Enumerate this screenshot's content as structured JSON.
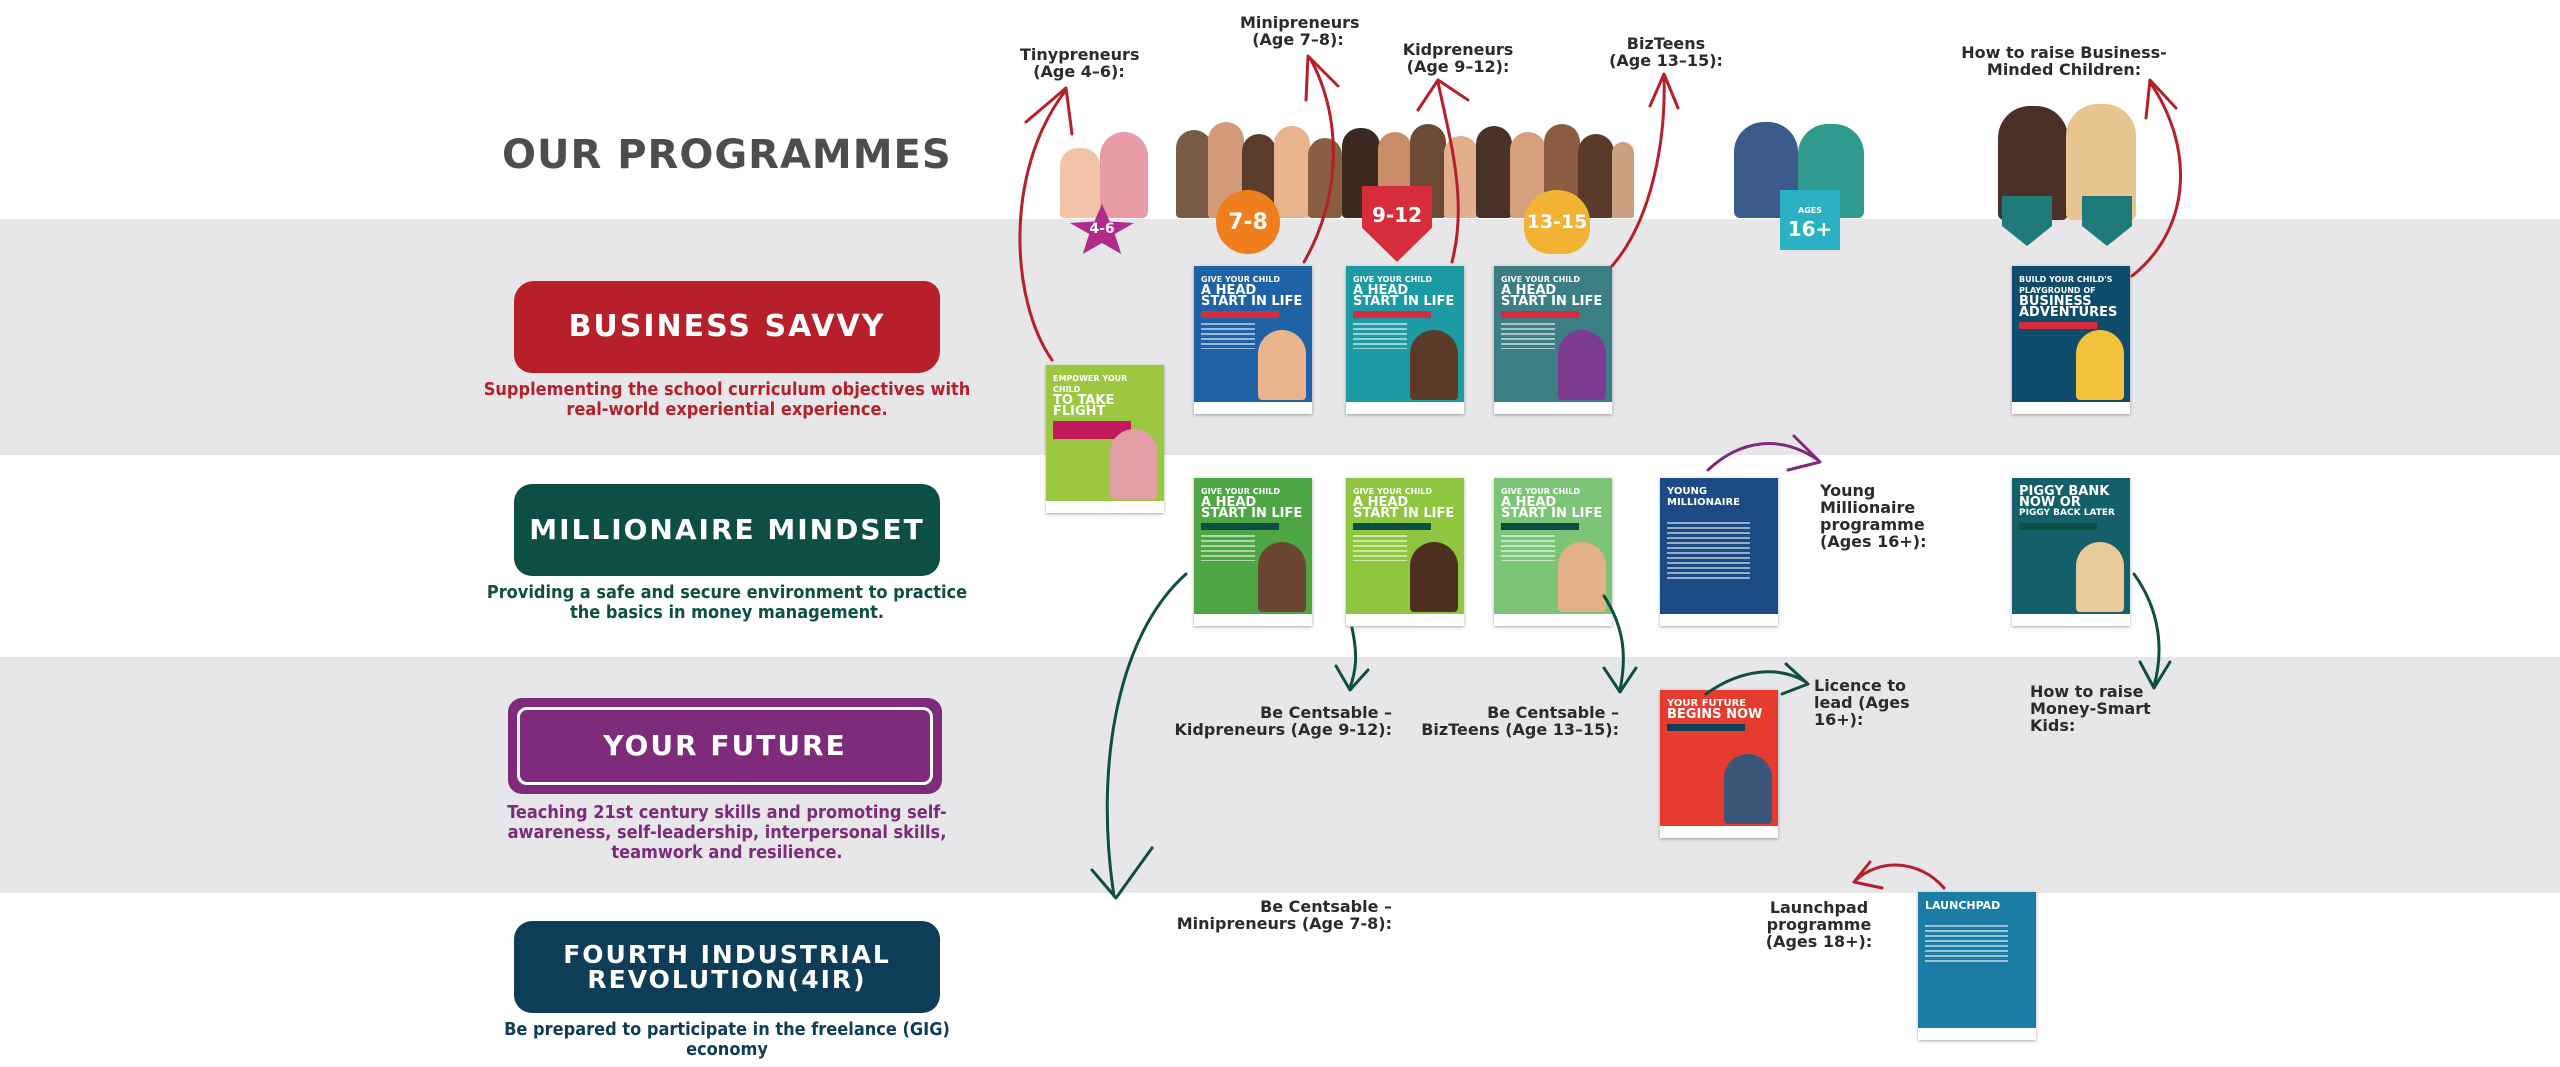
{
  "title": "OUR PROGRAMMES",
  "colors": {
    "band": "#e7e7e9",
    "business": "#b71f2b",
    "millionaire": "#0d4f44",
    "future": "#7d2b7a",
    "fourth": "#0e3d57",
    "arrow_red": "#b71f2b",
    "arrow_green": "#0d4f44",
    "arrow_purple": "#7d2b7a"
  },
  "programmes": [
    {
      "name": "BUSINESS SAVVY",
      "description": "Supplementing the school curriculum objectives with real-world experiential experience."
    },
    {
      "name": "MILLIONAIRE MINDSET",
      "description": "Providing a safe and secure environment to practice the basics in money management."
    },
    {
      "name": "YOUR FUTURE",
      "description": "Teaching 21st century skills and promoting self-awareness, self-leadership, interpersonal skills, teamwork and resilience."
    },
    {
      "name": "FOURTH INDUSTRIAL REVOLUTION(4IR)",
      "description": "Be prepared to participate in the freelance (GIG) economy"
    }
  ],
  "age_labels": {
    "tiny": "Tinypreneurs (Age 4–6):",
    "mini": "Minipreneurs (Age 7–8):",
    "kid": "Kidpreneurs (Age 9–12):",
    "biz": "BizTeens (Age 13–15):",
    "parents": "How to raise Business-Minded Children:"
  },
  "badges": {
    "tiny": "4-6",
    "mini": "7-8",
    "kid": "9-12",
    "teen": "13-15",
    "older": "16+",
    "ages_small": "AGES"
  },
  "labels": {
    "young_millionaire": "Young Millionaire programme (Ages 16+):",
    "centsable_kid": "Be Centsable – Kidpreneurs (Age 9-12):",
    "centsable_biz": "Be Centsable – BizTeens (Age 13–15):",
    "licence": "Licence to lead (Ages 16+):",
    "money_smart": "How to raise Money-Smart Kids:",
    "centsable_mini": "Be Centsable – Minipreneurs (Age 7-8):",
    "launchpad": "Launchpad programme (Ages 18+):"
  },
  "posters": {
    "head_start_1": "GIVE YOUR CHILD",
    "head_start_2": "A HEAD START IN LIFE",
    "tiny_1": "EMPOWER YOUR CHILD",
    "tiny_2": "TO TAKE FLIGHT",
    "parent_biz_1": "BUILD YOUR CHILD'S PLAYGROUND OF",
    "parent_biz_2": "BUSINESS ADVENTURES",
    "young_millionaire": "YOUNG MILLIONAIRE",
    "piggy_1": "PIGGY BANK NOW OR",
    "piggy_2": "PIGGY BACK LATER",
    "future_1": "YOUR FUTURE",
    "future_2": "BEGINS NOW",
    "launchpad": "LAUNCHPAD"
  }
}
